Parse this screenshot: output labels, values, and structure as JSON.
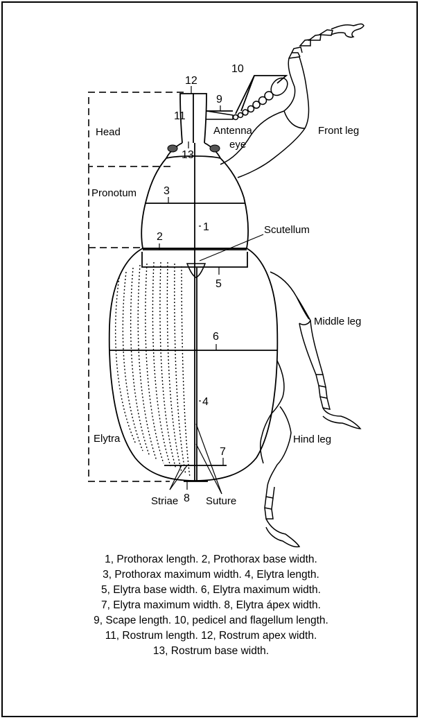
{
  "labels": {
    "head": "Head",
    "pronotum": "Pronotum",
    "elytra": "Elytra",
    "antenna": "Antenna",
    "eye": "eye",
    "front_leg": "Front leg",
    "scutellum": "Scutellum",
    "middle_leg": "Middle leg",
    "hind_leg": "Hind leg",
    "striae": "Striae",
    "suture": "Suture"
  },
  "measurement_numbers": [
    "1",
    "2",
    "3",
    "4",
    "5",
    "6",
    "7",
    "8",
    "9",
    "10",
    "11",
    "12",
    "13"
  ],
  "caption": [
    "1, Prothorax length.  2, Prothorax base width.",
    "3, Prothorax maximum width.  4, Elytra length.",
    "5, Elytra base width.  6, Elytra maximum width.",
    "7, Elytra maximum width.  8, Elytra ápex width.",
    "9,  Scape length.  10, pedicel and flagellum length.",
    "11, Rostrum length.  12, Rostrum apex width.",
    "13, Rostrum base width."
  ]
}
